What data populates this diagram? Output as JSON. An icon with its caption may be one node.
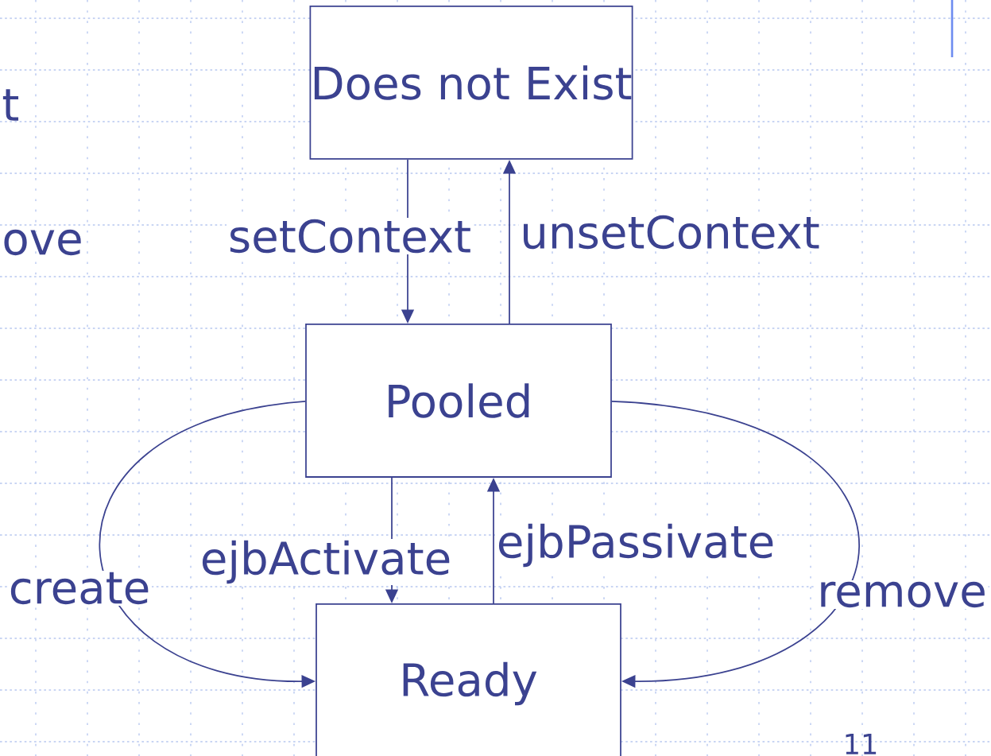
{
  "diagram": {
    "nodes": [
      {
        "text": [
          "Does not Exist"
        ]
      },
      {
        "text": [
          "Pooled"
        ]
      },
      {
        "text": [
          "Ready"
        ]
      }
    ],
    "edges": [
      {
        "from": 0,
        "to": 1,
        "arrow": "to",
        "label": "setContext"
      },
      {
        "from": 1,
        "to": 0,
        "arrow": "to",
        "label": "unsetContext"
      },
      {
        "from": 1,
        "to": 2,
        "arrow": "to",
        "label": "ejbActivate"
      },
      {
        "from": 2,
        "to": 1,
        "arrow": "to",
        "label": "ejbPassivate"
      },
      {
        "from": 1,
        "to": 2,
        "arrow": "to",
        "label": "create"
      },
      {
        "from": 1,
        "to": 2,
        "arrow": "to",
        "label": "remove"
      }
    ],
    "labels": [
      "t",
      "ove",
      "11"
    ]
  }
}
